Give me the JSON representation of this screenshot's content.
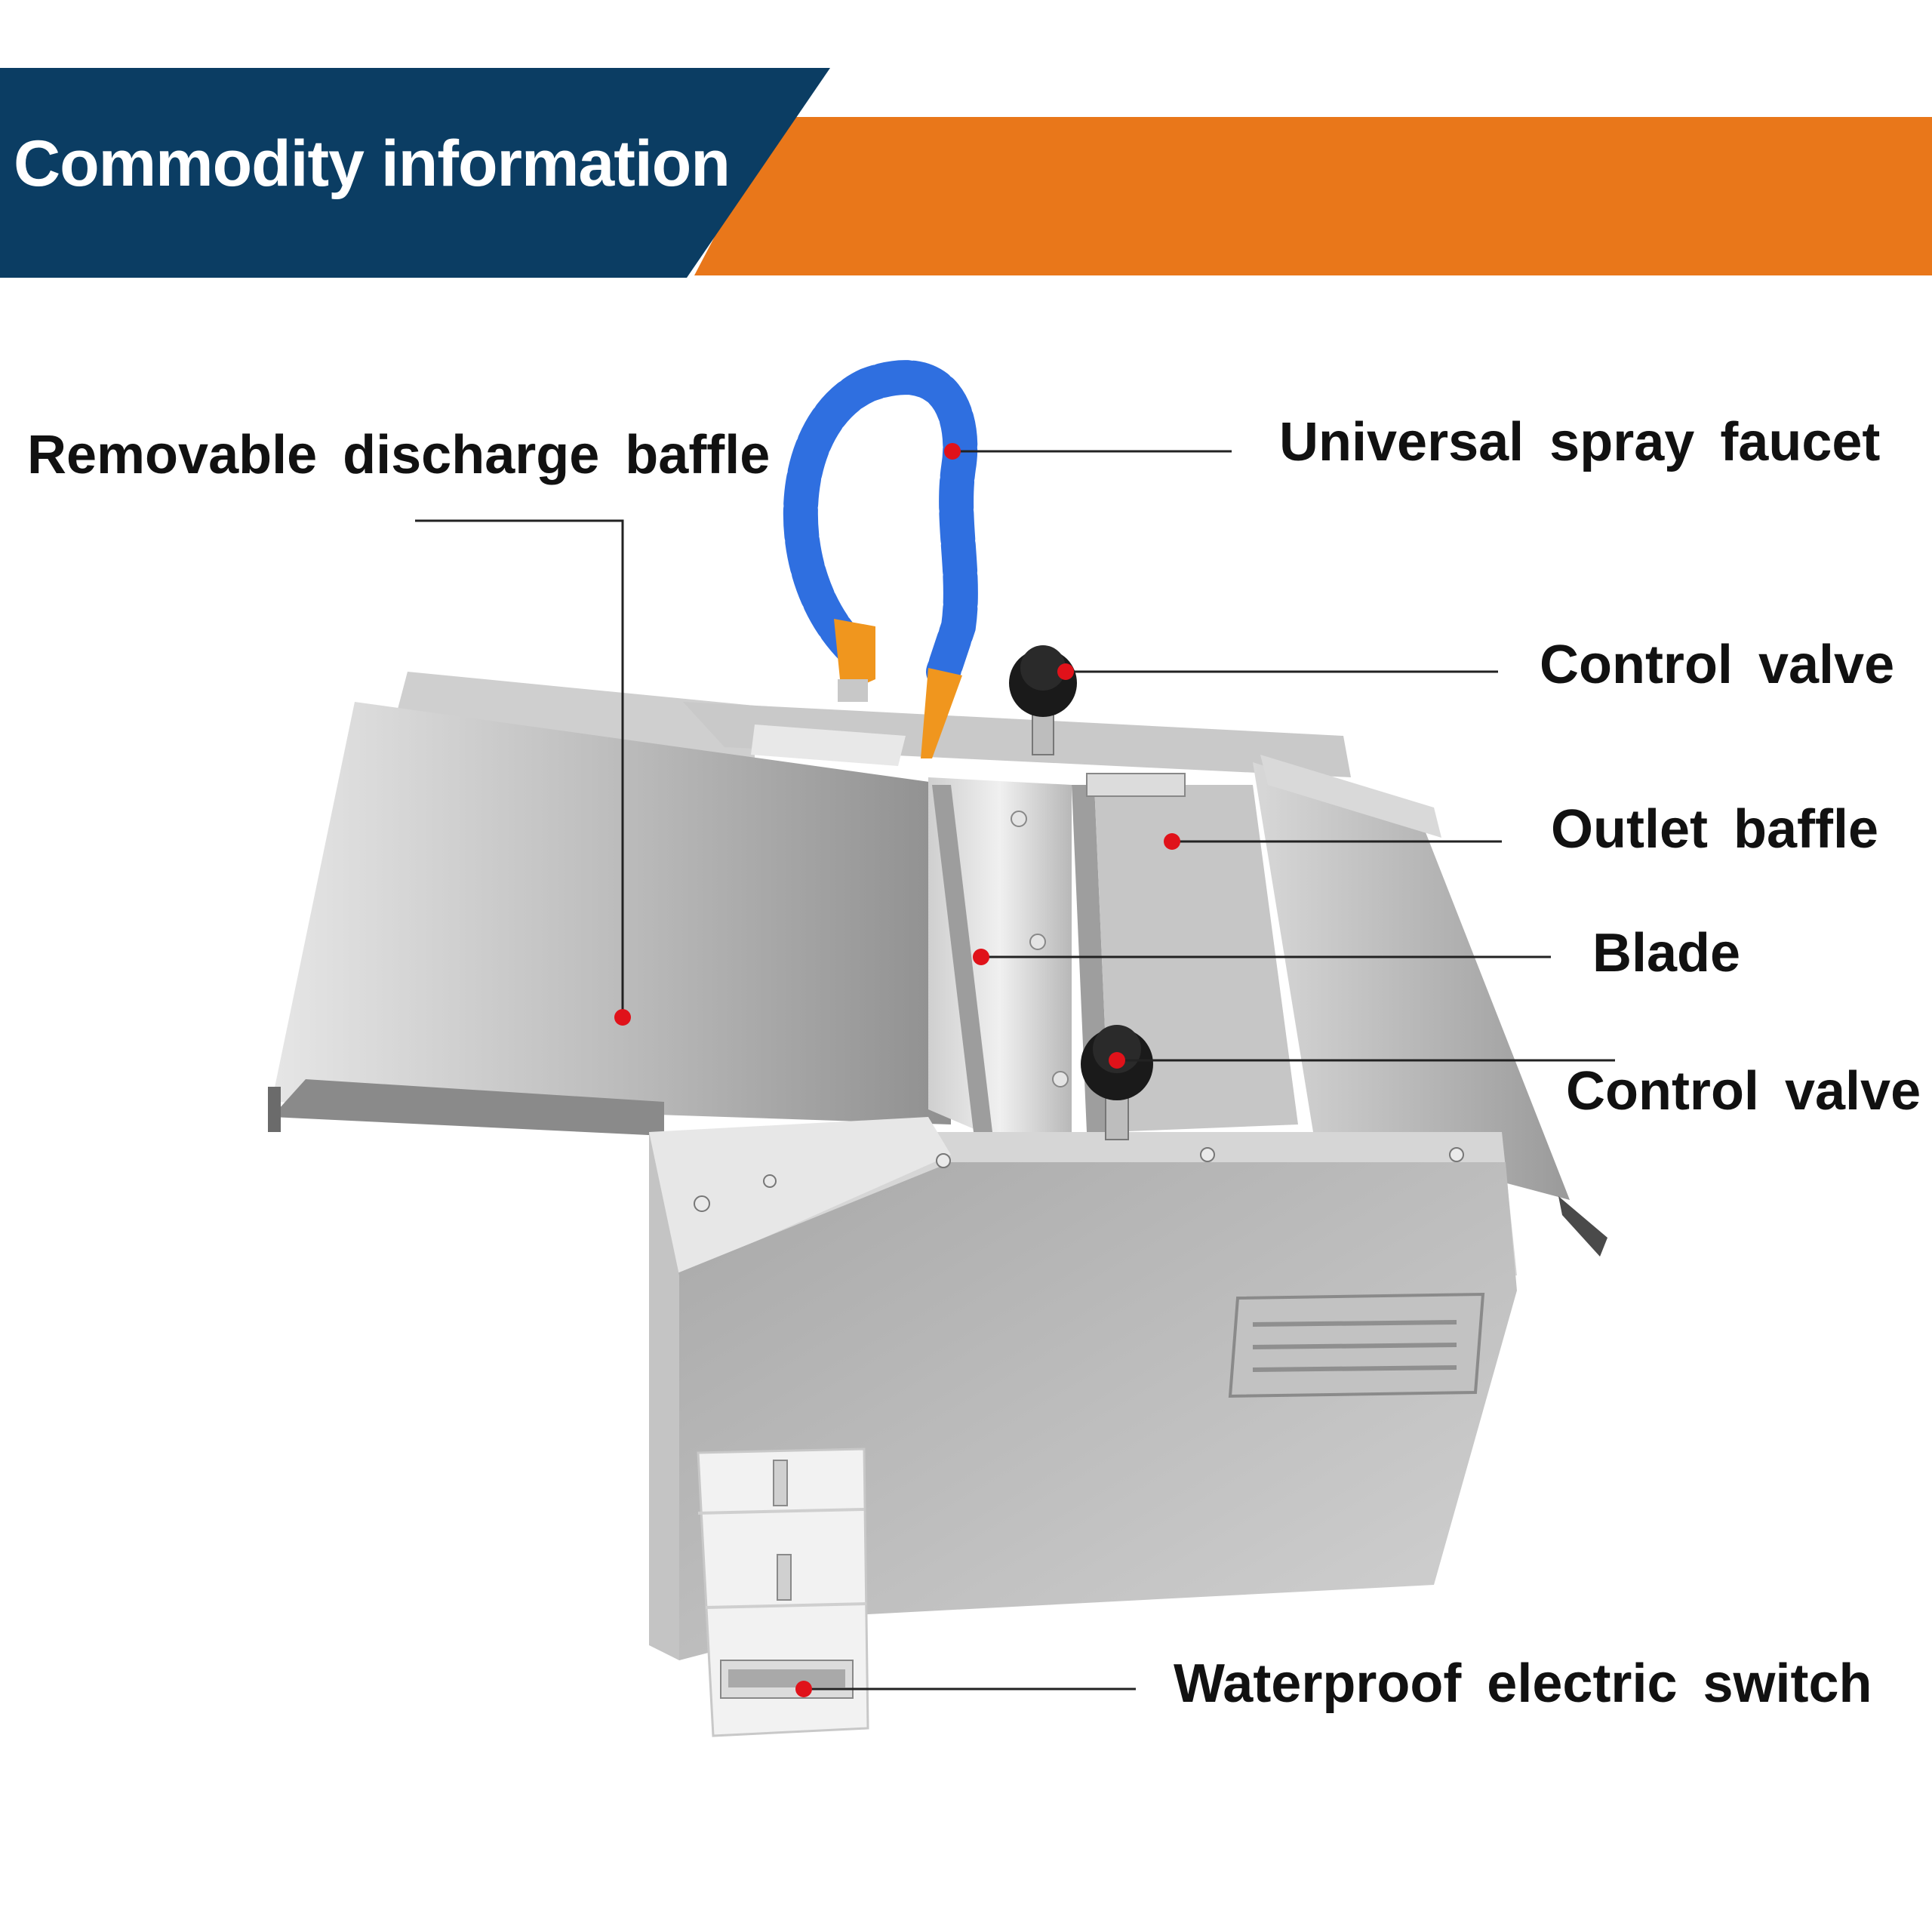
{
  "header": {
    "title": "Commodity information",
    "colors": {
      "navy": "#0b3d63",
      "orange": "#e9771a"
    }
  },
  "product": {
    "name": "machine-product-photo",
    "colors": {
      "steel": "#b9b9b9",
      "hose": "#2f6fe0",
      "nozzle": "#f0961e",
      "knob": "#1a1a1a",
      "marker": "#e0121a"
    }
  },
  "callouts": [
    {
      "id": "removable-discharge-baffle",
      "label": "Removable  discharge  baffle"
    },
    {
      "id": "universal-spray-faucet",
      "label": "Universal  spray  faucet"
    },
    {
      "id": "control-valve-top",
      "label": "Control  valve"
    },
    {
      "id": "outlet-baffle",
      "label": "Outlet  baffle"
    },
    {
      "id": "blade",
      "label": "Blade"
    },
    {
      "id": "control-valve-bottom",
      "label": "Control  valve"
    },
    {
      "id": "waterproof-electric-switch",
      "label": "Waterproof  electric  switch"
    }
  ]
}
